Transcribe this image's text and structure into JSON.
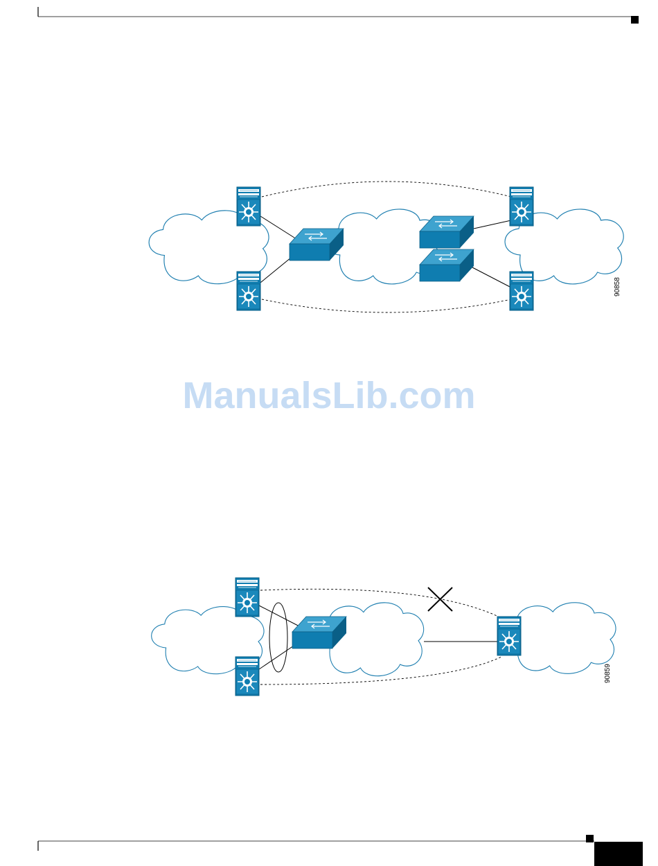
{
  "figures": [
    {
      "figure_id": "90858"
    },
    {
      "figure_id": "90859"
    }
  ],
  "watermark": "ManualsLib.com",
  "colors": {
    "device_fill": "#0f7db0",
    "device_top": "#3ea3cf",
    "device_side": "#0a5f87",
    "cloud_stroke": "#1f7fb0",
    "line": "#000000",
    "watermark": "#c6dcf4"
  },
  "icons": {
    "multilayer_switch": "multilayer-switch-icon",
    "workgroup_switch": "workgroup-switch-icon",
    "cloud": "network-cloud-icon",
    "link_failure": "link-failure-x-icon"
  }
}
